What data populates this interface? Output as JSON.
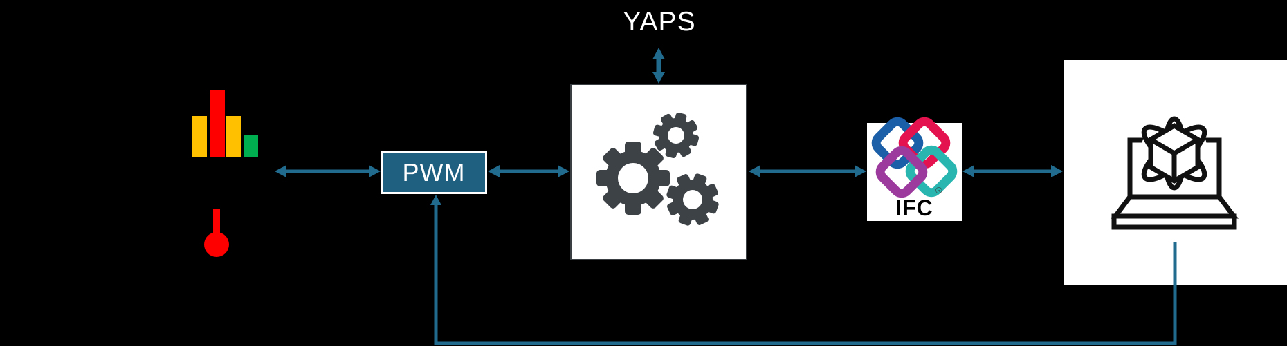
{
  "labels": {
    "yaps": "YAPS",
    "pwm": "PWM",
    "ifc": "IFC",
    "ifc_registered": "®"
  },
  "colors": {
    "background": "#000000",
    "arrow": "#216b8f",
    "pwm_fill": "#1f5f80",
    "pwm_text": "#ffffff",
    "bar_yellow": "#ffc000",
    "bar_red": "#ff0000",
    "bar_green": "#00b050",
    "thermometer_red": "#ff0000",
    "gear_gray": "#3d4247",
    "box_white": "#ffffff",
    "gears_box_border": "#3a3f43",
    "ifc_blue": "#1b5fa8",
    "ifc_red": "#e4134f",
    "ifc_purple": "#9c3a9e",
    "ifc_teal": "#29b6b1",
    "laptop_outline": "#111111"
  },
  "icons": [
    "bar-chart-icon",
    "thermometer-icon",
    "gears-icon",
    "ifc-logo",
    "laptop-3d-icon"
  ],
  "connections": [
    {
      "from": "sensor-icons",
      "to": "pwm-box",
      "type": "double-arrow"
    },
    {
      "from": "pwm-box",
      "to": "gears-box",
      "type": "double-arrow"
    },
    {
      "from": "yaps-label",
      "to": "gears-box",
      "type": "double-arrow"
    },
    {
      "from": "gears-box",
      "to": "ifc-logo",
      "type": "double-arrow"
    },
    {
      "from": "ifc-logo",
      "to": "viewer-box",
      "type": "double-arrow"
    },
    {
      "from": "viewer-box",
      "to": "pwm-box",
      "type": "feedback-arrow"
    }
  ]
}
